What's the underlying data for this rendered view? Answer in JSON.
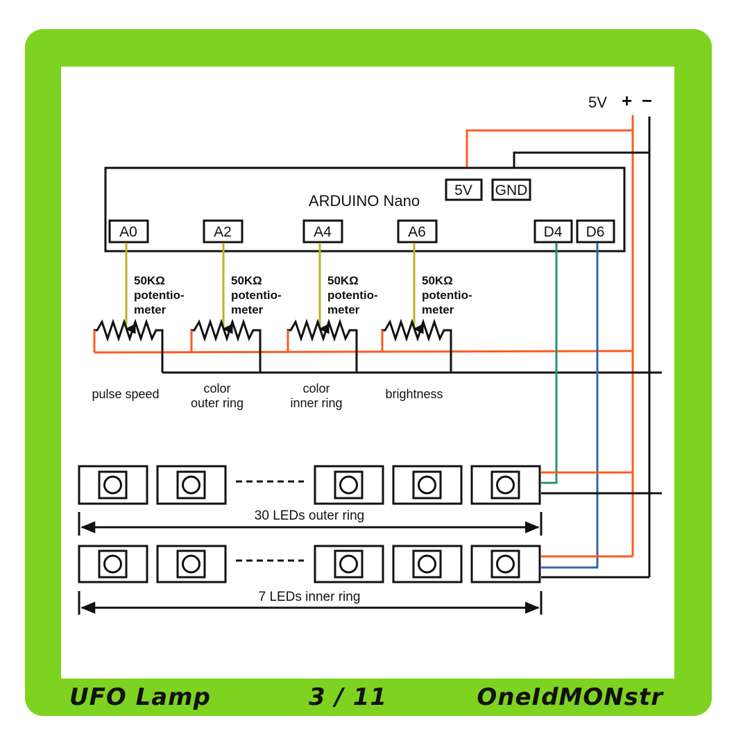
{
  "supply": {
    "label": "5V",
    "plus": "+",
    "minus": "−"
  },
  "board": {
    "title": "ARDUINO Nano",
    "power_pins": [
      "5V",
      "GND"
    ],
    "analog_pins": [
      "A0",
      "A2",
      "A4",
      "A6"
    ],
    "digital_pins": [
      "D4",
      "D6"
    ]
  },
  "potentiometers": [
    {
      "value": "50KΩ",
      "line1": "potentio-",
      "line2": "meter",
      "caption": [
        "pulse speed"
      ]
    },
    {
      "value": "50KΩ",
      "line1": "potentio-",
      "line2": "meter",
      "caption": [
        "color",
        "outer ring"
      ]
    },
    {
      "value": "50KΩ",
      "line1": "potentio-",
      "line2": "meter",
      "caption": [
        "color",
        "inner ring"
      ]
    },
    {
      "value": "50KΩ",
      "line1": "potentio-",
      "line2": "meter",
      "caption": [
        "brightness"
      ]
    }
  ],
  "strips": [
    {
      "label": "30 LEDs outer ring"
    },
    {
      "label": "7 LEDs inner ring"
    }
  ],
  "footer": {
    "left": "UFO Lamp",
    "center": "3 / 11",
    "right": "OneIdMONstr"
  },
  "colors": {
    "frame": "#7ed321",
    "wire_5v": "#ff5a1f",
    "wire_gnd": "#111111",
    "wire_analog": "#b5b520",
    "wire_d4": "#2a9070",
    "wire_d6": "#3566a8"
  }
}
